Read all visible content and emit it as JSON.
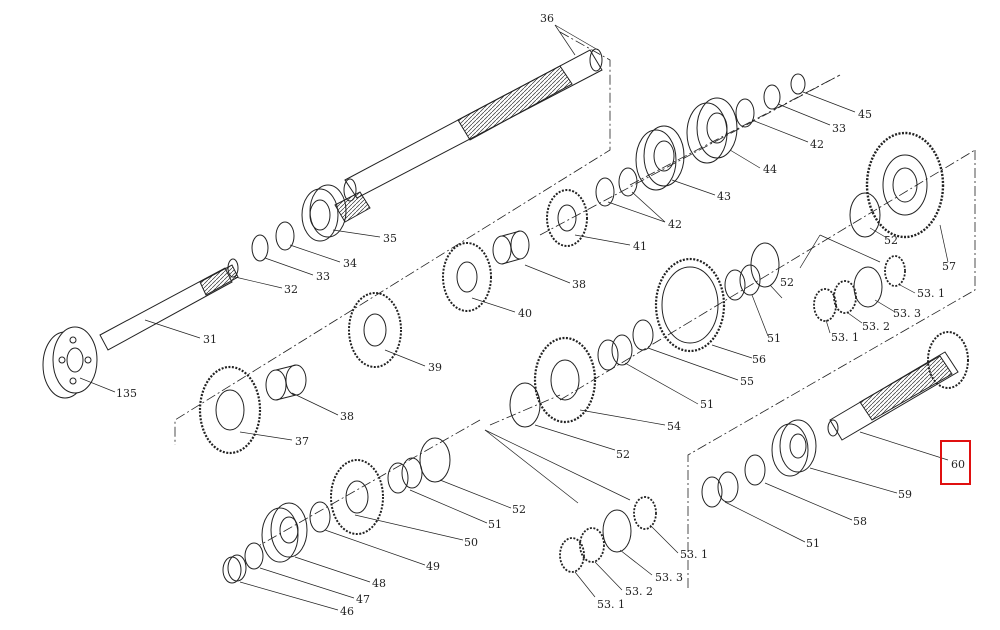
{
  "diagram": {
    "highlight_color": "#e01010",
    "line_color": "#222222",
    "labels": [
      {
        "id": "l36",
        "text": "36"
      },
      {
        "id": "l45",
        "text": "45"
      },
      {
        "id": "l33a",
        "text": "33"
      },
      {
        "id": "l42a",
        "text": "42"
      },
      {
        "id": "l44",
        "text": "44"
      },
      {
        "id": "l43",
        "text": "43"
      },
      {
        "id": "l42b",
        "text": "42"
      },
      {
        "id": "l41",
        "text": "41"
      },
      {
        "id": "l35",
        "text": "35"
      },
      {
        "id": "l34",
        "text": "34"
      },
      {
        "id": "l33b",
        "text": "33"
      },
      {
        "id": "l32",
        "text": "32"
      },
      {
        "id": "l31",
        "text": "31"
      },
      {
        "id": "l135",
        "text": "135"
      },
      {
        "id": "l38a",
        "text": "38"
      },
      {
        "id": "l40",
        "text": "40"
      },
      {
        "id": "l39",
        "text": "39"
      },
      {
        "id": "l38b",
        "text": "38"
      },
      {
        "id": "l37",
        "text": "37"
      },
      {
        "id": "l57",
        "text": "57"
      },
      {
        "id": "l52a",
        "text": "52"
      },
      {
        "id": "l531a",
        "text": "53. 1"
      },
      {
        "id": "l533a",
        "text": "53. 3"
      },
      {
        "id": "l532a",
        "text": "53. 2"
      },
      {
        "id": "l531b",
        "text": "53. 1"
      },
      {
        "id": "l52b",
        "text": "52"
      },
      {
        "id": "l51a",
        "text": "51"
      },
      {
        "id": "l56",
        "text": "56"
      },
      {
        "id": "l55",
        "text": "55"
      },
      {
        "id": "l51b",
        "text": "51"
      },
      {
        "id": "l54",
        "text": "54"
      },
      {
        "id": "l52c",
        "text": "52"
      },
      {
        "id": "l60",
        "text": "60"
      },
      {
        "id": "l59",
        "text": "59"
      },
      {
        "id": "l58",
        "text": "58"
      },
      {
        "id": "l51c",
        "text": "51"
      },
      {
        "id": "l52d",
        "text": "52"
      },
      {
        "id": "l51d",
        "text": "51"
      },
      {
        "id": "l50",
        "text": "50"
      },
      {
        "id": "l49",
        "text": "49"
      },
      {
        "id": "l48",
        "text": "48"
      },
      {
        "id": "l47",
        "text": "47"
      },
      {
        "id": "l46",
        "text": "46"
      },
      {
        "id": "l531c",
        "text": "53. 1"
      },
      {
        "id": "l533b",
        "text": "53. 3"
      },
      {
        "id": "l532b",
        "text": "53. 2"
      },
      {
        "id": "l531d",
        "text": "53. 1"
      }
    ]
  }
}
